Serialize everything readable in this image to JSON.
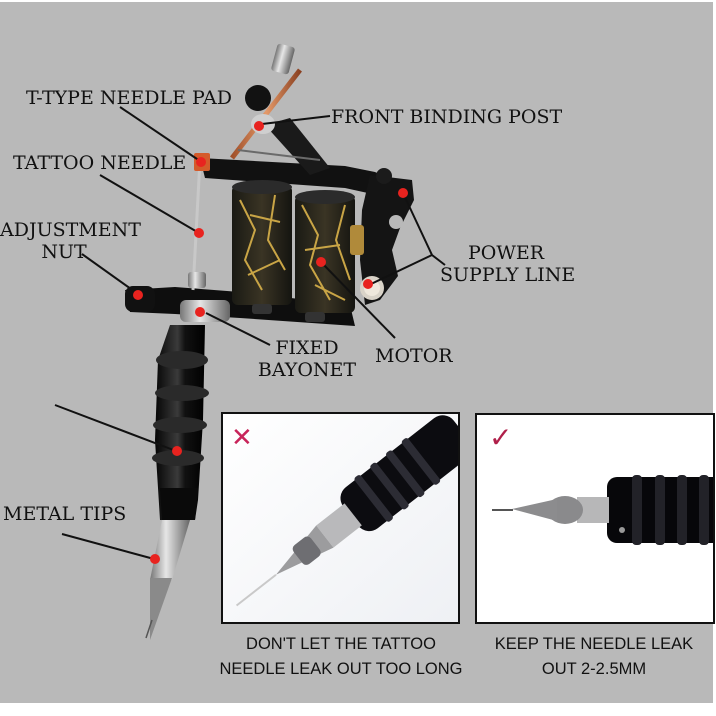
{
  "diagram": {
    "labels": {
      "t_type_needle_pad": "T-TYPE NEEDLE PAD",
      "front_binding_post": "FRONT BINDING POST",
      "tattoo_needle": "TATTOO NEEDLE",
      "adjustment_nut_line1": "ADJUSTMENT",
      "adjustment_nut_line2": "NUT",
      "power_supply_line1": "POWER",
      "power_supply_line2": "SUPPLY LINE",
      "fixed_bayonet_line1": "FIXED",
      "fixed_bayonet_line2": "BAYONET",
      "motor": "MOTOR",
      "metal_tips": "METAL TIPS"
    },
    "marker_color": "#e8231f",
    "background_color": "#b9b9b9"
  },
  "panels": [
    {
      "mark": "✕",
      "mark_meaning": "wrong",
      "mark_color": "#c8245a",
      "caption_line1": "DON'T LET THE TATTOO",
      "caption_line2": "NEEDLE LEAK OUT TOO LONG"
    },
    {
      "mark": "✓",
      "mark_meaning": "correct",
      "mark_color": "#b0204a",
      "caption_line1": "KEEP THE NEEDLE LEAK",
      "caption_line2": "OUT 2-2.5MM"
    }
  ]
}
